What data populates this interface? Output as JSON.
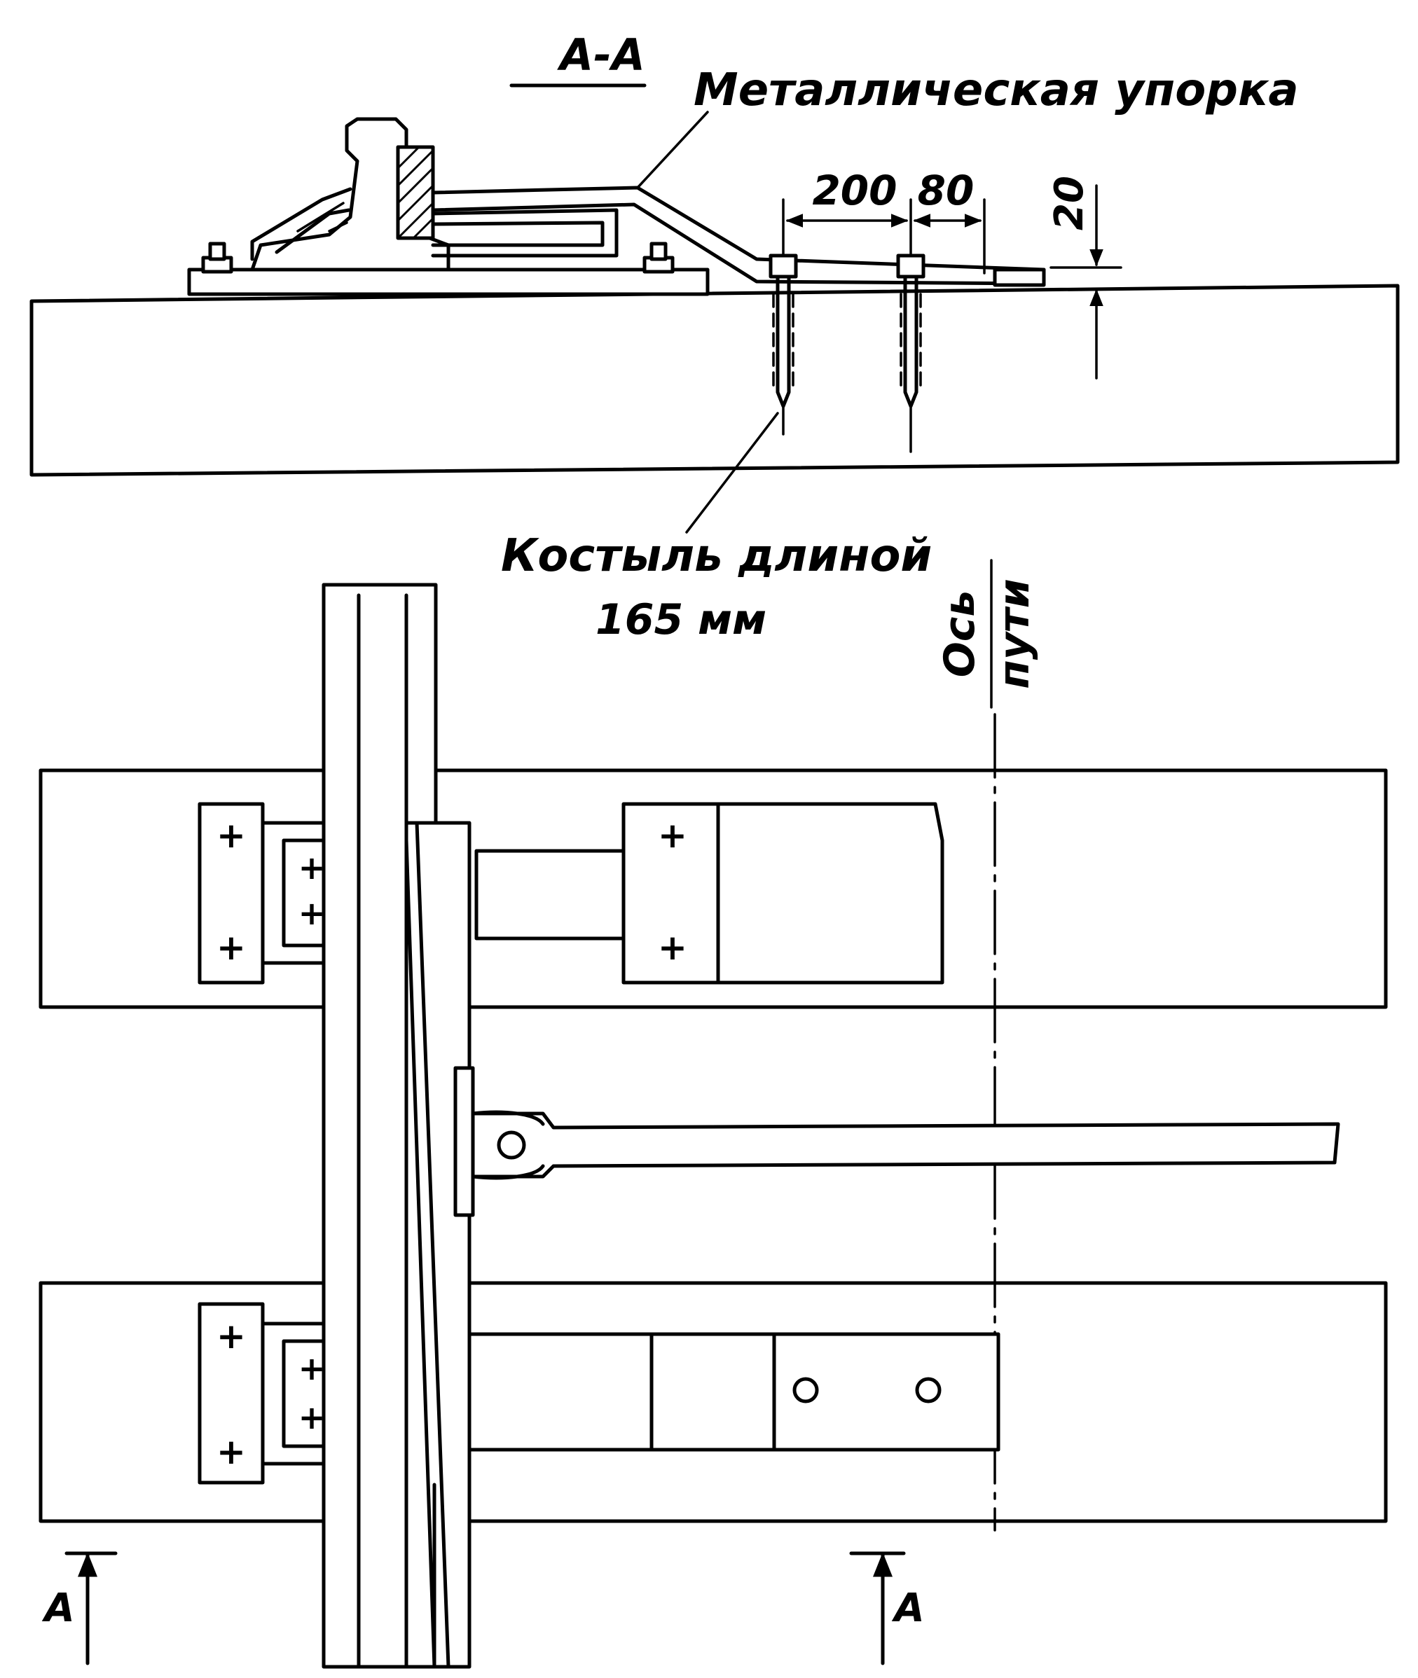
{
  "section": {
    "label": "А-А",
    "stop_label": "Металлическая упорка",
    "spike_label_line1": "Костыль длиной",
    "spike_label_line2": "165 мм"
  },
  "dimensions": {
    "d1": "200",
    "d2": "80",
    "d3": "20"
  },
  "plan": {
    "axis_label_line1": "Ось",
    "axis_label_line2": "пути",
    "cut_left": "А",
    "cut_right": "А"
  }
}
